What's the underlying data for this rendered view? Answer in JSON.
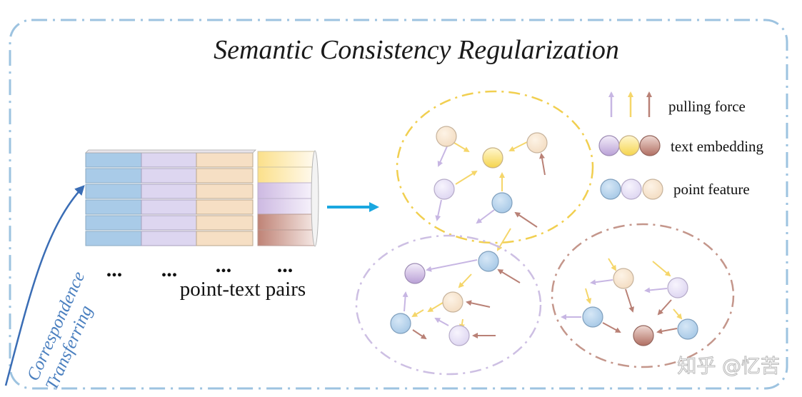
{
  "title": "Semantic Consistency Regularization",
  "legend": {
    "pulling_force": "pulling force",
    "text_embedding": "text embedding",
    "point_feature": "point feature"
  },
  "pairs": {
    "label": "point-text pairs",
    "ellipsis": [
      "...",
      "...",
      "...",
      "..."
    ]
  },
  "correspondence": {
    "line1": "Correspondence",
    "line2": "Transferring"
  },
  "watermark": "知乎 @忆苦",
  "colors": {
    "border": "#9dc3e0",
    "blue_feature": "#a9cbe8",
    "purple_feature": "#ddd6f0",
    "peach_feature": "#f6dfc4",
    "yellow_text": "#fbe07a",
    "purple_text": "#c9b3df",
    "brown_text": "#bd8478",
    "arrow_blue": "#1aa7e0",
    "curve_blue": "#3a6db5"
  }
}
